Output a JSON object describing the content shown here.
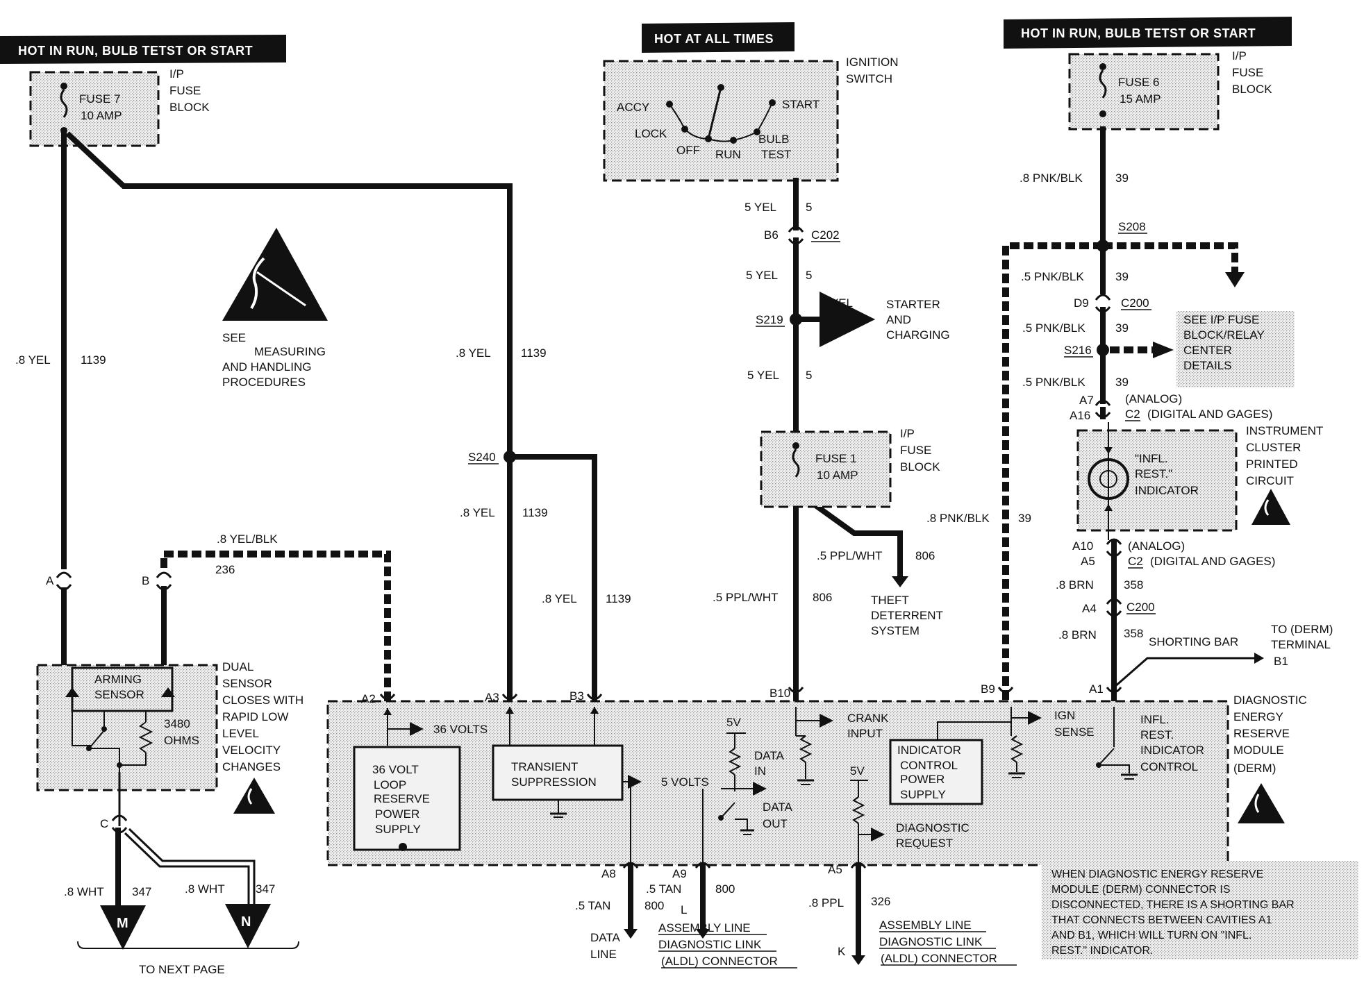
{
  "banners": {
    "left": "HOT IN RUN, BULB TETST OR START",
    "center": "HOT AT ALL TIMES",
    "right": "HOT IN RUN, BULB TETST OR START"
  },
  "fuses": {
    "fuse7": {
      "name": "FUSE 7",
      "rating": "10 AMP",
      "block": [
        "I/P",
        "FUSE",
        "BLOCK"
      ]
    },
    "fuse6": {
      "name": "FUSE 6",
      "rating": "15 AMP",
      "block": [
        "I/P",
        "FUSE",
        "BLOCK"
      ]
    },
    "fuse1": {
      "name": "FUSE 1",
      "rating": "10 AMP",
      "block": [
        "I/P",
        "FUSE",
        "BLOCK"
      ]
    }
  },
  "ignition_switch": {
    "title": [
      "IGNITION",
      "SWITCH"
    ],
    "positions": [
      "ACCY",
      "LOCK",
      "OFF",
      "RUN",
      "BULB",
      "TEST",
      "START"
    ]
  },
  "esd_note": [
    "SEE",
    "MEASURING",
    "AND HANDLING",
    "PROCEDURES"
  ],
  "wires": {
    "w1139_left": {
      "gauge": ".8 YEL",
      "circuit": "1139"
    },
    "w1139_mid": {
      "gauge": ".8 YEL",
      "circuit": "1139"
    },
    "w1139_low": {
      "gauge": ".8 YEL",
      "circuit": "1139"
    },
    "w1139_b3": {
      "gauge": ".8 YEL",
      "circuit": "1139"
    },
    "w236": {
      "gauge": ".8 YEL/BLK",
      "circuit": "236"
    },
    "w5_a": {
      "gauge": "5 YEL",
      "circuit": "5"
    },
    "w5_b": {
      "gauge": "5 YEL",
      "circuit": "5"
    },
    "w5_c": {
      "gauge": "5 YEL",
      "circuit": "5"
    },
    "w5_branch": {
      "gauge": "5 YEL",
      "circuit": "5"
    },
    "w806_a": {
      "gauge": ".5 PPL/WHT",
      "circuit": "806"
    },
    "w806_b": {
      "gauge": ".5 PPL/WHT",
      "circuit": "806"
    },
    "w39_a": {
      "gauge": ".8 PNK/BLK",
      "circuit": "39"
    },
    "w39_b": {
      "gauge": ".5 PNK/BLK",
      "circuit": "39"
    },
    "w39_c": {
      "gauge": ".5 PNK/BLK",
      "circuit": "39"
    },
    "w39_d": {
      "gauge": ".5 PNK/BLK",
      "circuit": "39"
    },
    "w39_e": {
      "gauge": ".8 PNK/BLK",
      "circuit": "39"
    },
    "w358_a": {
      "gauge": ".8 BRN",
      "circuit": "358"
    },
    "w358_b": {
      "gauge": ".8 BRN",
      "circuit": "358"
    },
    "w347_a": {
      "gauge": ".8 WHT",
      "circuit": "347"
    },
    "w347_b": {
      "gauge": ".8 WHT",
      "circuit": "347"
    },
    "w800_a": {
      "gauge": ".5 TAN",
      "circuit": "800"
    },
    "w800_b": {
      "gauge": ".5 TAN",
      "circuit": "800"
    },
    "w326": {
      "gauge": ".8 PPL",
      "circuit": "326"
    }
  },
  "splices": {
    "s240": "S240",
    "s219": "S219",
    "s208": "S208",
    "s216": "S216"
  },
  "connectors": {
    "b6": "B6",
    "c202": "C202",
    "d9": "D9",
    "c200a": "C200",
    "a7": "A7",
    "a16": "A16",
    "analog1": "(ANALOG)",
    "c2a": "C2",
    "digital1": "(DIGITAL AND GAGES)",
    "a10": "A10",
    "a5top": "A5",
    "analog2": "(ANALOG)",
    "c2b": "C2",
    "digital2": "(DIGITAL AND GAGES)",
    "a4": "A4",
    "c200b": "C200",
    "pinA": "A",
    "pinB": "B",
    "pinC": "C",
    "a2": "A2",
    "a3": "A3",
    "b3": "B3",
    "b10": "B10",
    "b9": "B9",
    "a1": "A1",
    "a8": "A8",
    "a9": "A9",
    "a5": "A5",
    "pinL": "L",
    "pinK": "K"
  },
  "starter": [
    "STARTER",
    "AND",
    "CHARGING"
  ],
  "theft": [
    "THEFT",
    "DETERRENT",
    "SYSTEM"
  ],
  "see_ip": [
    "SEE I/P FUSE",
    "BLOCK/RELAY",
    "CENTER",
    "DETAILS"
  ],
  "cluster": {
    "title": [
      "INSTRUMENT",
      "CLUSTER",
      "PRINTED",
      "CIRCUIT"
    ],
    "indicator": [
      "\"INFL.",
      "REST.\"",
      "INDICATOR"
    ]
  },
  "shorting": {
    "bar": "SHORTING BAR",
    "to": [
      "TO (DERM)",
      "TERMINAL",
      "B1"
    ]
  },
  "sensor": {
    "inner": [
      "ARMING",
      "SENSOR"
    ],
    "ohms": [
      "3480",
      "OHMS"
    ],
    "title": [
      "DUAL",
      "SENSOR"
    ],
    "desc": [
      "CLOSES WITH",
      "RAPID LOW",
      "LEVEL",
      "VELOCITY",
      "CHANGES"
    ]
  },
  "derm": {
    "title": [
      "DIAGNOSTIC",
      "ENERGY",
      "RESERVE",
      "MODULE",
      "(DERM)"
    ],
    "volts36": "36 VOLTS",
    "loop": [
      "36 VOLT",
      "LOOP",
      "RESERVE",
      "POWER",
      "SUPPLY"
    ],
    "transient": [
      "TRANSIENT",
      "SUPPRESSION"
    ],
    "volts5": "5 VOLTS",
    "v5a": "5V",
    "v5b": "5V",
    "data_in": [
      "DATA",
      "IN"
    ],
    "data_out": [
      "DATA",
      "OUT"
    ],
    "crank": [
      "CRANK",
      "INPUT"
    ],
    "indicator_ctrl": [
      "INDICATOR",
      "CONTROL",
      "POWER",
      "SUPPLY"
    ],
    "ign": [
      "IGN",
      "SENSE"
    ],
    "infl_ctrl": [
      "INFL.",
      "REST.",
      "INDICATOR",
      "CONTROL"
    ],
    "diag_req": [
      "DIAGNOSTIC",
      "REQUEST"
    ]
  },
  "outputs": {
    "M": "M",
    "N": "N",
    "next_page": "TO NEXT PAGE",
    "data_line": [
      "DATA",
      "LINE"
    ],
    "aldl1": [
      "ASSEMBLY LINE",
      "DIAGNOSTIC LINK",
      "(ALDL) CONNECTOR"
    ],
    "aldl2": [
      "ASSEMBLY LINE",
      "DIAGNOSTIC LINK",
      "(ALDL) CONNECTOR"
    ]
  },
  "note": [
    "WHEN DIAGNOSTIC ENERGY RESERVE",
    "MODULE (DERM) CONNECTOR IS",
    "DISCONNECTED, THERE IS A SHORTING BAR",
    "THAT CONNECTS BETWEEN CAVITIES A1",
    "AND B1, WHICH WILL TURN ON \"INFL.",
    "REST.\" INDICATOR."
  ]
}
